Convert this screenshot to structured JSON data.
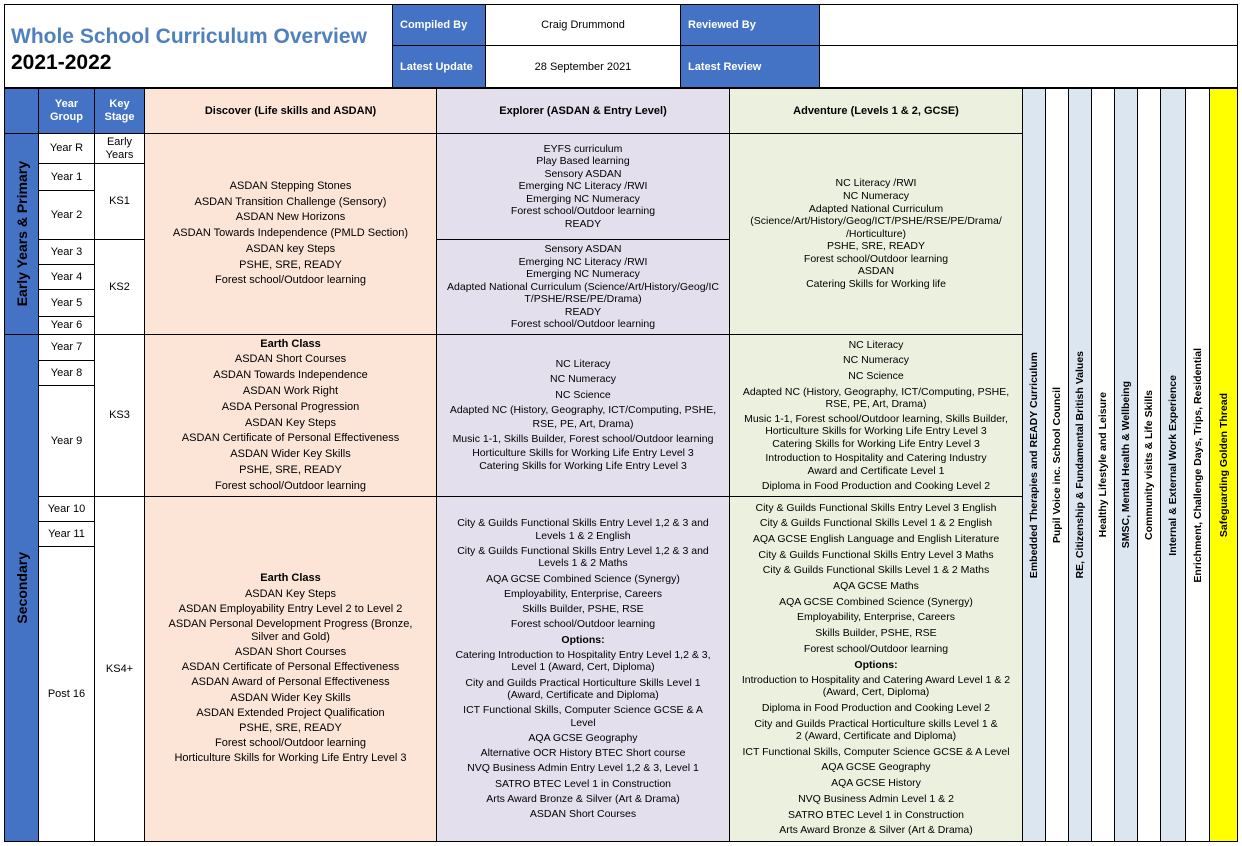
{
  "header": {
    "title": "Whole School Curriculum Overview",
    "year": "2021-2022",
    "compiled_by_label": "Compiled By",
    "compiled_by": "Craig Drummond",
    "reviewed_by_label": "Reviewed By",
    "reviewed_by": "",
    "latest_update_label": "Latest Update",
    "latest_update": "28 September 2021",
    "latest_review_label": "Latest Review",
    "latest_review": ""
  },
  "columns": {
    "year_group": "Year Group",
    "key_stage": "Key Stage",
    "discover": "Discover (Life skills and ASDAN)",
    "explorer": "Explorer (ASDAN & Entry Level)",
    "adventure": "Adventure (Levels 1 & 2, GCSE)"
  },
  "phases": {
    "primary": "Early Years & Primary",
    "secondary": "Secondary"
  },
  "years": [
    "Year R",
    "Year 1",
    "Year 2",
    "Year 3",
    "Year 4",
    "Year 5",
    "Year 6",
    "Year 7",
    "Year 8",
    "Year 9",
    "Year 10",
    "Year 11",
    "Post 16"
  ],
  "key_stages": {
    "early": [
      "Early",
      "Years"
    ],
    "ks1": "KS1",
    "ks2": "KS2",
    "ks3": "KS3",
    "ks4": "KS4+"
  },
  "discover": {
    "primary": [
      "ASDAN Stepping Stones",
      "ASDAN Transition Challenge (Sensory)",
      "ASDAN New Horizons",
      "ASDAN Towards Independence (PMLD Section)",
      "ASDAN key Steps",
      "PSHE, SRE, READY",
      "Forest school/Outdoor learning"
    ],
    "ks3_heading": "Earth Class",
    "ks3": [
      "ASDAN Short Courses",
      "ASDAN Towards Independence",
      "ASDAN Work Right",
      "ASDA Personal Progression",
      "ASDAN Key Steps",
      "ASDAN Certificate of Personal Effectiveness",
      "ASDAN Wider Key Skills",
      "PSHE, SRE, READY",
      "Forest school/Outdoor learning"
    ],
    "ks4_heading": "Earth Class",
    "ks4": [
      "ASDAN Key Steps",
      "ASDAN Employability Entry Level 2 to Level 2",
      "ASDAN Personal Development Progress (Bronze, Silver and Gold)",
      "ASDAN Short Courses",
      "ASDAN Certificate of Personal Effectiveness",
      "ASDAN Award of Personal Effectiveness",
      "ASDAN Wider Key Skills",
      "ASDAN Extended Project Qualification",
      "PSHE, SRE, READY",
      "Forest school/Outdoor learning",
      "Horticulture Skills for Working Life Entry Level 3"
    ]
  },
  "explorer": {
    "early": [
      "EYFS curriculum",
      "Play Based learning",
      "Sensory ASDAN",
      "Emerging NC Literacy /RWI",
      "Emerging NC Numeracy",
      "Forest school/Outdoor learning",
      "READY"
    ],
    "ks2": [
      "Sensory ASDAN",
      "Emerging NC Literacy /RWI",
      "Emerging NC Numeracy",
      "Adapted National Curriculum (Science/Art/History/Geog/ICT/PSHE/RSE/PE/Drama)",
      "READY",
      "Forest school/Outdoor learning"
    ],
    "ks3": [
      "NC Literacy",
      "NC Numeracy",
      "NC Science",
      "Adapted NC (History, Geography, ICT/Computing, PSHE, RSE, PE, Art, Drama)",
      "Music 1-1, Skills Builder, Forest school/Outdoor learning",
      "Horticulture Skills for Working Life Entry Level 3",
      "Catering Skills for Working Life Entry Level 3"
    ],
    "ks4": [
      "City & Guilds Functional Skills Entry Level 1,2 & 3 and Levels 1 & 2 English",
      "City & Guilds Functional Skills Entry Level 1,2 & 3 and Levels 1 & 2 Maths",
      "AQA GCSE Combined Science (Synergy)",
      "Employability, Enterprise, Careers",
      "Skills Builder, PSHE, RSE",
      "Forest school/Outdoor learning"
    ],
    "options_label": "Options:",
    "options": [
      "Catering Introduction to Hospitality Entry Level 1,2 & 3, Level 1 (Award, Cert, Diploma)",
      "City and Guilds Practical Horticulture Skills Level 1 (Award, Certificate and Diploma)",
      "ICT Functional Skills, Computer Science GCSE & A Level",
      "AQA GCSE Geography",
      "Alternative OCR History BTEC Short course",
      "NVQ Business Admin Entry Level 1,2 & 3, Level 1",
      "SATRO BTEC Level 1 in Construction",
      "Arts Award Bronze & Silver (Art & Drama)",
      "ASDAN Short Courses"
    ]
  },
  "adventure": {
    "primary": [
      "NC Literacy /RWI",
      "NC Numeracy",
      "Adapted National Curriculum (Science/Art/History/Geog/ICT/PSHE/RSE/PE/Drama/ /Horticulture)",
      "PSHE, SRE, READY",
      "Forest school/Outdoor learning",
      "ASDAN",
      "Catering Skills for Working life"
    ],
    "ks3": [
      "NC Literacy",
      "NC Numeracy",
      "NC Science",
      "Adapted NC (History, Geography, ICT/Computing, PSHE, RSE, PE, Art, Drama)",
      "Music 1-1, Forest school/Outdoor learning, Skills Builder, Horticulture Skills for Working Life Entry Level 3",
      "Catering Skills for Working Life Entry Level 3",
      "Introduction to Hospitality and Catering Industry Award and Certificate Level 1",
      "Diploma in Food Production and Cooking Level 2"
    ],
    "ks4": [
      "City & Guilds Functional Skills Entry Level 3 English",
      "City & Guilds Functional Skills Level 1 & 2 English",
      "AQA GCSE English Language and English Literature",
      "City & Guilds Functional Skills Entry Level 3 Maths",
      "City & Guilds Functional Skills Level 1 & 2 Maths",
      "AQA GCSE Maths",
      "AQA GCSE Combined Science (Synergy)",
      "Employability, Enterprise, Careers",
      "Skills Builder, PSHE, RSE",
      "Forest school/Outdoor learning"
    ],
    "options_label": "Options:",
    "options": [
      "Introduction to Hospitality and Catering Award Level 1 & 2 (Award, Cert, Diploma)",
      "Diploma in Food Production and Cooking Level 2",
      "City and Guilds Practical Horticulture skills Level 1 & 2 (Award, Certificate and Diploma)",
      "ICT Functional Skills, Computer Science GCSE & A Level",
      "AQA GCSE Geography",
      "AQA GCSE History",
      "NVQ Business Admin Level 1 & 2",
      "SATRO BTEC Level 1 in Construction",
      "Arts Award Bronze & Silver (Art & Drama)"
    ]
  },
  "threads": [
    "Embedded Therapies and READY Curriculum",
    "Pupil Voice inc. School Council",
    "RE, Citizenship & Fundamental British Values",
    "Healthy Lifestyle and Leisure",
    "SMSC, Mental Health & Wellbeing",
    "Community visits & Life Skills",
    "Internal & External Work Experience",
    "Enrichment, Challenge Days, Trips, Residential",
    "Safeguarding Golden Thread"
  ],
  "colors": {
    "blue": "#4472c4",
    "blue_light_title": "#4f81bd",
    "discover_bg": "#fce4d6",
    "explorer_bg": "#e4dfec",
    "adventure_bg": "#ebf1de",
    "thread_blue": "#dce6f1",
    "thread_white": "#ffffff",
    "thread_yellow": "#ffff00"
  }
}
